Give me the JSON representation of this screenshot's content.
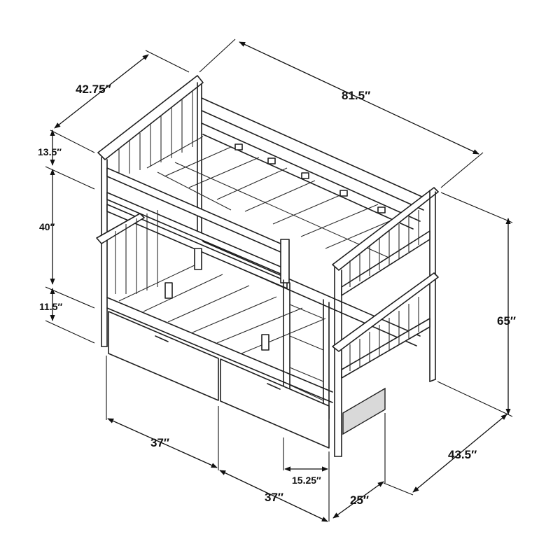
{
  "dimensions": {
    "depth_top": "42.75″",
    "length": "81.5″",
    "rail_height": "13.5″",
    "bunk_gap": "40″",
    "bottom_clearance": "11.5″",
    "total_height": "65″",
    "drawer_1_width": "37″",
    "drawer_2_width": "37″",
    "ladder_offset": "15.25″",
    "ladder_depth": "25″",
    "depth_bottom": "43.5″"
  }
}
